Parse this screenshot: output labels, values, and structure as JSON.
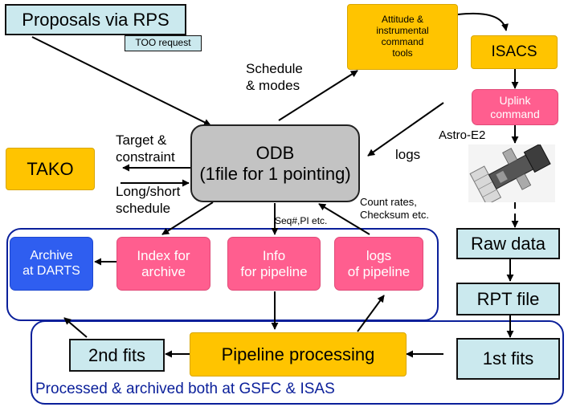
{
  "boxes": {
    "proposals": "Proposals via RPS",
    "too": "TOO request",
    "attitude": "Attitude &\ninstrumental\ncommand\ntools",
    "isacs": "ISACS",
    "uplink": "Uplink\ncommand",
    "odb": "ODB\n(1file for 1 pointing)",
    "tako": "TAKO",
    "archive": "Archive\nat DARTS",
    "index": "Index for\narchive",
    "info": "Info\nfor pipeline",
    "logs_pipeline": "logs\nof pipeline",
    "raw": "Raw data",
    "rpt": "RPT file",
    "fits1": "1st fits",
    "fits2": "2nd fits",
    "pipeline": "Pipeline processing"
  },
  "labels": {
    "schedule": "Schedule\n& modes",
    "target": "Target &\nconstraint",
    "longshort": "Long/short\nschedule",
    "logs": "logs",
    "astro": "Astro-E2",
    "count": "Count rates,\nChecksum etc.",
    "seq": "Seq#,PI etc.",
    "processed": "Processed & archived both at GSFC & ISAS"
  },
  "colors": {
    "teal": "#cbe9ee",
    "yellow": "#ffc400",
    "pink": "#ff5e8f",
    "blue": "#2f5ef0",
    "grey": "#c3c3c3",
    "region_border": "#0a1f9a"
  }
}
